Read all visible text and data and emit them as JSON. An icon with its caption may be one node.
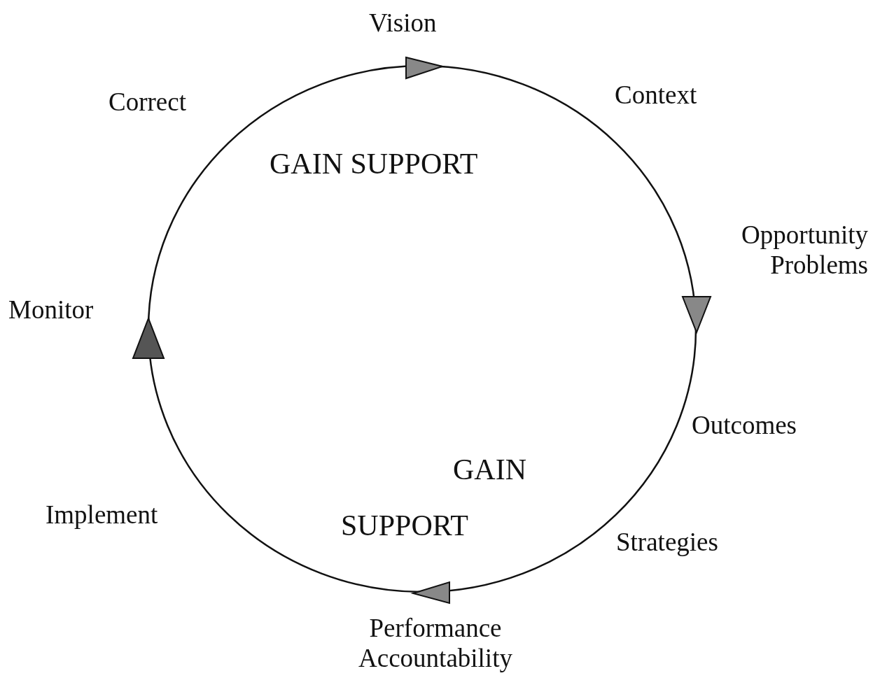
{
  "diagram": {
    "labels": [
      "Vision",
      "Correct",
      "Context",
      "GAIN SUPPORT",
      "Opportunity Problems",
      "Monitor",
      "Outcomes",
      "GAIN SUPPORT",
      "Implement",
      "Strategies",
      "Performance Accountability"
    ]
  }
}
